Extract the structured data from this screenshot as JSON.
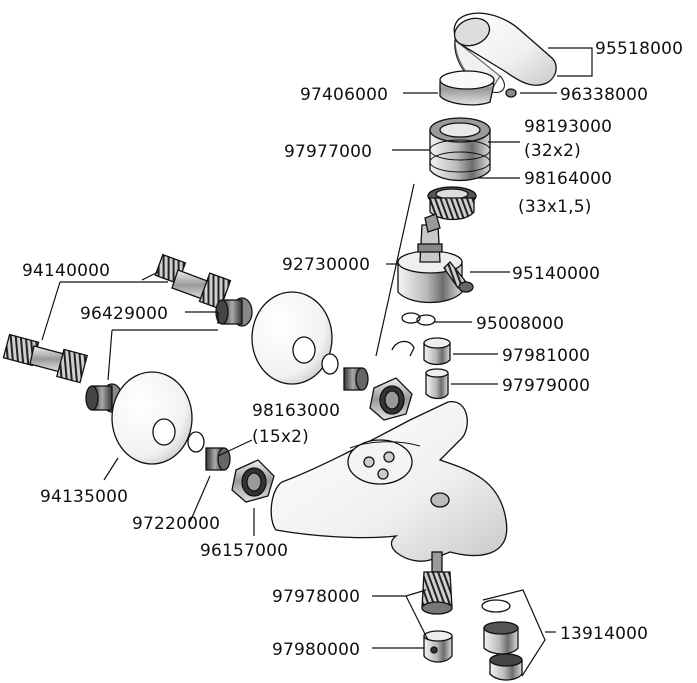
{
  "labels": {
    "p95518000": "95518000",
    "p96338000": "96338000",
    "p97406000": "97406000",
    "p98193000": "98193000",
    "p98193000_size": "(32x2)",
    "p97977000": "97977000",
    "p98164000": "98164000",
    "p98164000_size": "(33x1,5)",
    "p92730000": "92730000",
    "p95140000": "95140000",
    "p94140000": "94140000",
    "p96429000": "96429000",
    "p95008000": "95008000",
    "p97981000": "97981000",
    "p97979000": "97979000",
    "p98163000": "98163000",
    "p98163000_size": "(15x2)",
    "p94135000": "94135000",
    "p97220000": "97220000",
    "p96157000": "96157000",
    "p97978000": "97978000",
    "p97980000": "97980000",
    "p13914000": "13914000"
  }
}
